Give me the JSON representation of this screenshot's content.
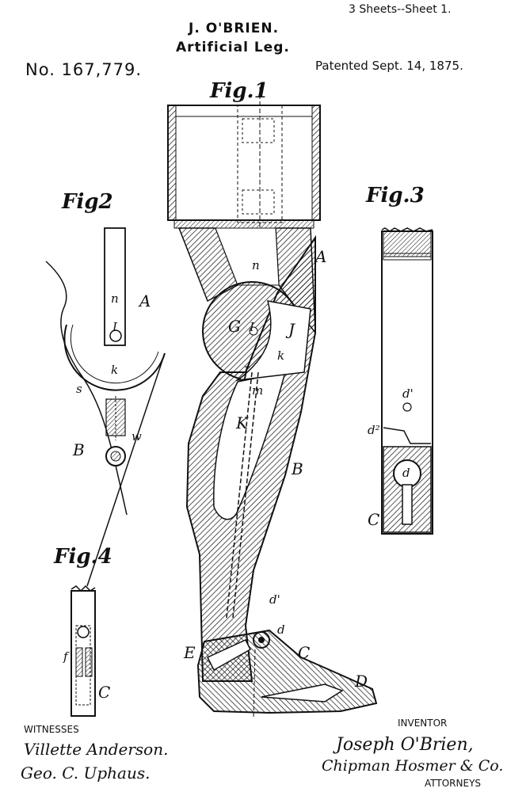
{
  "header": {
    "sheets": "3 Sheets--Sheet 1.",
    "inventor_name": "J. O'BRIEN.",
    "title": "Artificial Leg.",
    "patent_number": "No. 167,779.",
    "patent_date": "Patented Sept. 14, 1875."
  },
  "figures": {
    "fig1": "Fig.1",
    "fig2": "Fig2",
    "fig3": "Fig.3",
    "fig4": "Fig.4"
  },
  "labels": {
    "fig1": {
      "A": "A",
      "B": "B",
      "C": "C",
      "D": "D",
      "E": "E",
      "G": "G",
      "J": "J",
      "J2": "J",
      "K": "K",
      "k": "k",
      "m": "m",
      "n": "n",
      "d": "d",
      "d1": "d'",
      "I": "I"
    },
    "fig2": {
      "A": "A",
      "B": "B",
      "n": "n",
      "I": "I",
      "k": "k",
      "s": "s",
      "w": "w"
    },
    "fig3": {
      "d1": "d'",
      "d2": "d²",
      "d": "d",
      "C": "C"
    },
    "fig4": {
      "f": "f",
      "C": "C"
    }
  },
  "footer": {
    "witnesses_label": "WITNESSES",
    "witness1": "Villette Anderson.",
    "witness2": "Geo. C. Uphaus.",
    "inventor_label": "INVENTOR",
    "inventor_signature": "Joseph O'Brien,",
    "attorneys_signature": "Chipman Hosmer & Co.",
    "attorneys_label": "ATTORNEYS"
  }
}
